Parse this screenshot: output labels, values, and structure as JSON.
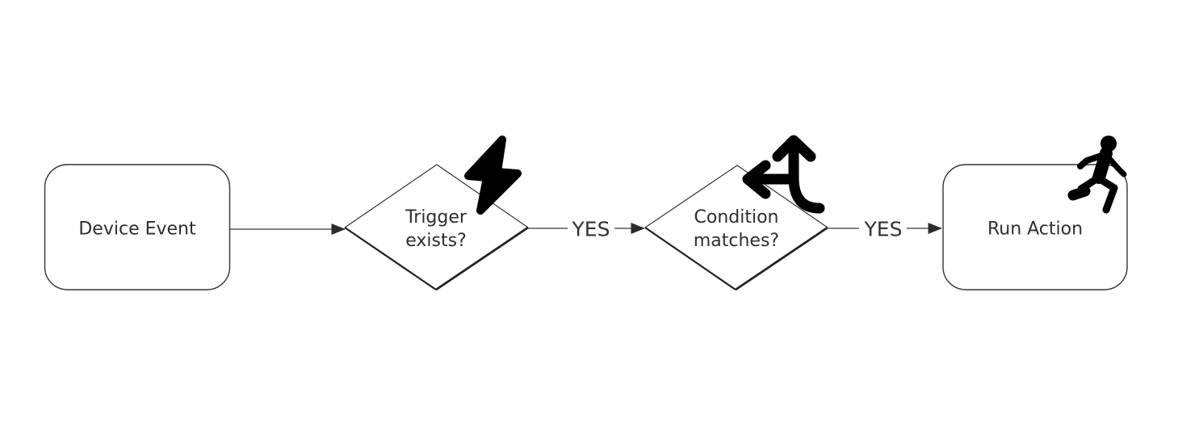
{
  "diagram": {
    "type": "flowchart",
    "background_color": "#ffffff",
    "colors": {
      "shape_stroke": "#333333",
      "shape_stroke_heavy": "#222222",
      "edge_line": "#5a5a5a",
      "arrowhead": "#2b2b2b",
      "text": "#2e2e2e",
      "icon": "#000000"
    },
    "nodes": [
      {
        "id": "device-event",
        "type": "rounded-rect",
        "label": "Device Event",
        "icon": null
      },
      {
        "id": "trigger-exists",
        "type": "decision-diamond",
        "label": "Trigger exists?",
        "icon": "lightning-bolt-icon"
      },
      {
        "id": "condition-matches",
        "type": "decision-diamond",
        "label": "Condition matches?",
        "icon": "split-directions-icon"
      },
      {
        "id": "run-action",
        "type": "rounded-rect",
        "label": "Run Action",
        "icon": "running-person-icon"
      }
    ],
    "edges": [
      {
        "from": "device-event",
        "to": "trigger-exists",
        "label": ""
      },
      {
        "from": "trigger-exists",
        "to": "condition-matches",
        "label": "YES"
      },
      {
        "from": "condition-matches",
        "to": "run-action",
        "label": "YES"
      }
    ]
  }
}
